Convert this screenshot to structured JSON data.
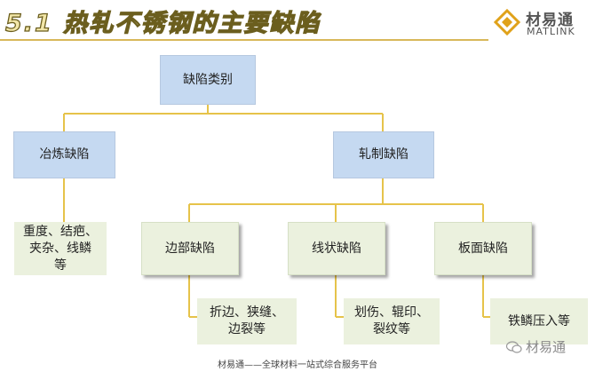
{
  "title": "5.1 热轧不锈钢的主要缺陷",
  "logo": {
    "name_cn": "材易通",
    "name_en": "MATLINK"
  },
  "root": {
    "label": "缺陷类别"
  },
  "level1": [
    {
      "label": "冶炼缺陷"
    },
    {
      "label": "轧制缺陷"
    }
  ],
  "smelting_detail": "重度、结疤、\n夹杂、线鳞\n等",
  "level2": [
    {
      "label": "边部缺陷",
      "detail": "折边、狭缝、\n边裂等"
    },
    {
      "label": "线状缺陷",
      "detail": "划伤、辊印、\n裂纹等"
    },
    {
      "label": "板面缺陷",
      "detail": "铁鳞压入等"
    }
  ],
  "footer": "材易通——全球材料一站式综合服务平台",
  "watermark": "材易通"
}
